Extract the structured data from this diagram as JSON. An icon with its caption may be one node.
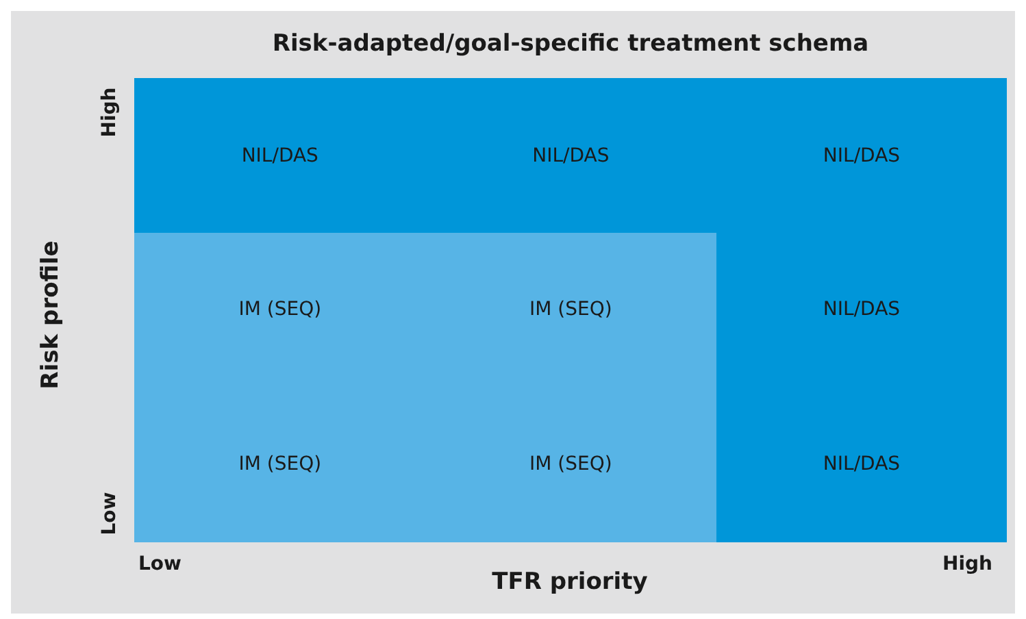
{
  "diagram": {
    "title": "Risk-adapted/goal-specific treatment schema",
    "nodes": [
      {
        "text": [
          "NIL/DAS"
        ]
      },
      {
        "text": [
          "NIL/DAS"
        ]
      },
      {
        "text": [
          "NIL/DAS"
        ]
      },
      {
        "text": [
          "IM (SEQ)"
        ]
      },
      {
        "text": [
          "IM (SEQ)"
        ]
      },
      {
        "text": [
          "NIL/DAS"
        ]
      },
      {
        "text": [
          "IM (SEQ)"
        ]
      },
      {
        "text": [
          "IM (SEQ)"
        ]
      },
      {
        "text": [
          "NIL/DAS"
        ]
      }
    ],
    "labels": [
      "High",
      "Risk profile",
      "Low",
      "Low",
      "High",
      "TFR priority"
    ]
  }
}
